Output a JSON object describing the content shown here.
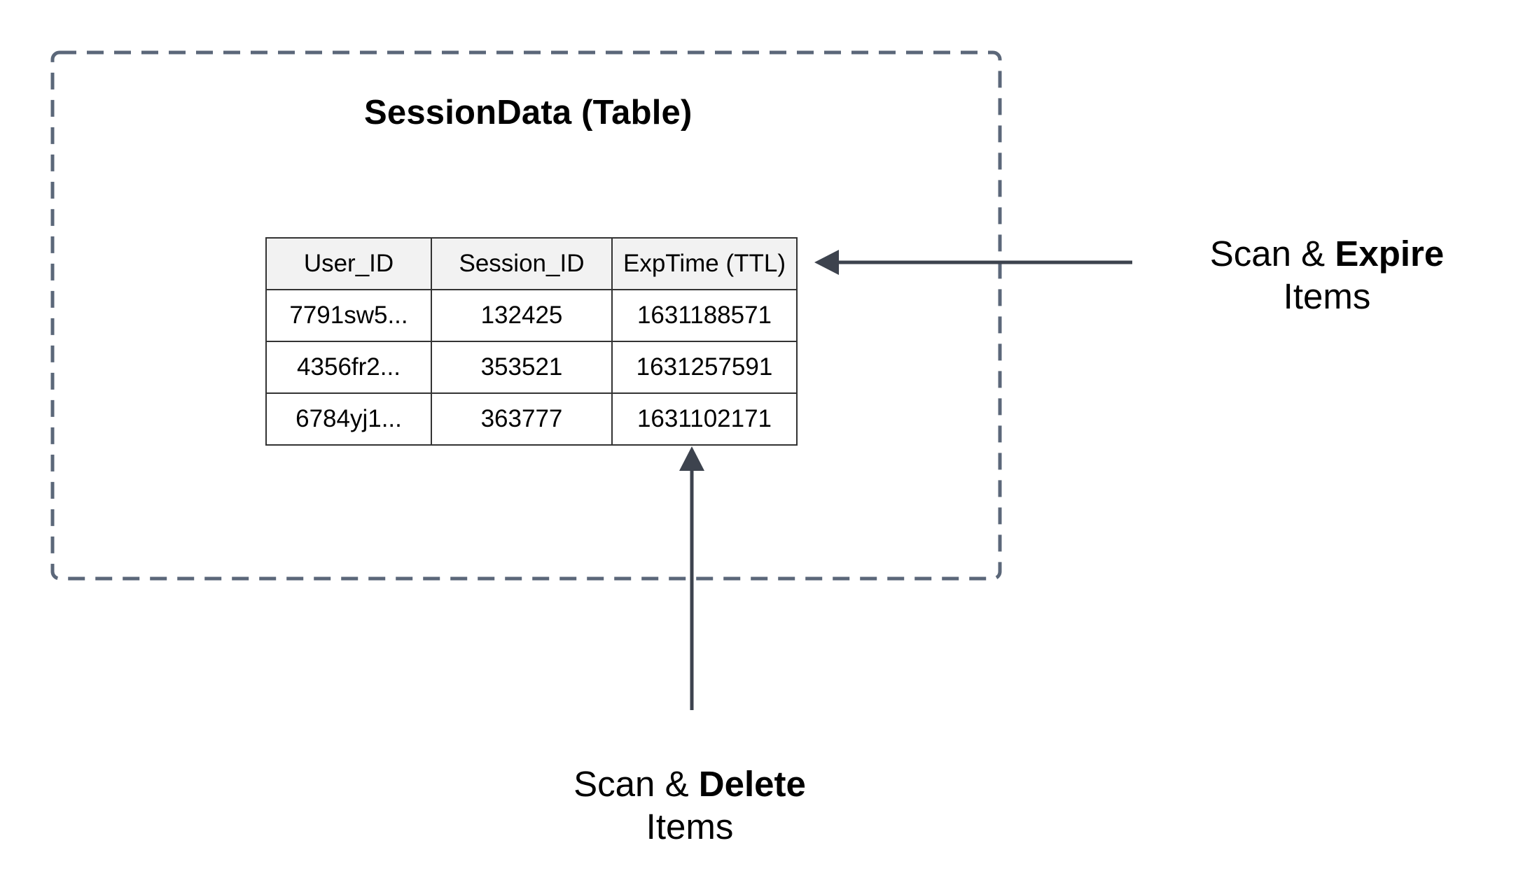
{
  "table": {
    "title": "SessionData (Table)",
    "columns": [
      "User_ID",
      "Session_ID",
      "ExpTime (TTL)"
    ],
    "rows": [
      [
        "7791sw5...",
        "132425",
        "1631188571"
      ],
      [
        "4356fr2...",
        "353521",
        "1631257591"
      ],
      [
        "6784yj1...",
        "363777",
        "1631102171"
      ]
    ]
  },
  "captions": {
    "expire": {
      "prefix": "Scan & ",
      "emphasis": "Expire",
      "line2": "Items"
    },
    "delete": {
      "prefix": "Scan & ",
      "emphasis": "Delete",
      "line2": "Items"
    }
  },
  "colors": {
    "container_border": "#5b6779",
    "arrow": "#3d434e",
    "header_fill": "#f2f2f2",
    "table_border": "#333333"
  }
}
